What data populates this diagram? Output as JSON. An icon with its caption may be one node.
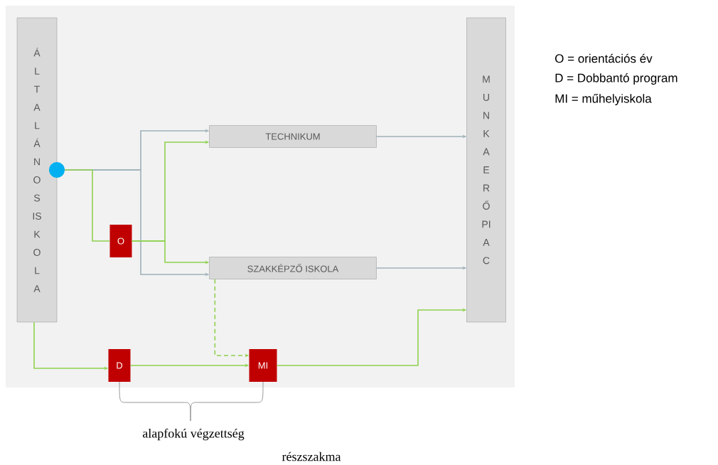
{
  "diagram": {
    "nodes": [
      {
        "text": [
          "ÁLTALÁNOS ISKOLA"
        ]
      },
      {
        "text": [],
        "shape": "circle"
      },
      {
        "text": [
          "TECHNIKUM"
        ]
      },
      {
        "text": [
          "O"
        ]
      },
      {
        "text": [
          "SZAKKÉPZŐ ISKOLA"
        ]
      },
      {
        "text": [
          "D"
        ]
      },
      {
        "text": [
          "MI"
        ]
      },
      {
        "text": [
          "MUNKAERŐPIAC"
        ]
      }
    ],
    "edges": [
      {
        "from": 1,
        "to": 2,
        "arrow": "to",
        "color": "#9fb1b9"
      },
      {
        "from": 1,
        "to": 4,
        "arrow": "to",
        "color": "#9fb1b9"
      },
      {
        "from": 1,
        "to": 3,
        "arrow": "none"
      },
      {
        "from": 3,
        "to": 2,
        "arrow": "to"
      },
      {
        "from": 3,
        "to": 4,
        "arrow": "to"
      },
      {
        "from": 2,
        "to": 7,
        "arrow": "to",
        "color": "#9fb1b9"
      },
      {
        "from": 4,
        "to": 7,
        "arrow": "to",
        "color": "#9fb1b9"
      },
      {
        "from": 4,
        "to": 6,
        "arrow": "to",
        "style": "dashed"
      },
      {
        "from": 0,
        "to": 5,
        "arrow": "to"
      },
      {
        "from": 5,
        "to": 6,
        "arrow": "to"
      },
      {
        "from": 6,
        "to": 7,
        "arrow": "to"
      }
    ],
    "labels": [
      "O = orientációs év",
      "D = Dobbantó program",
      "MI = műhelyiskola",
      "alapfokú végzettség",
      "részszakma"
    ]
  }
}
